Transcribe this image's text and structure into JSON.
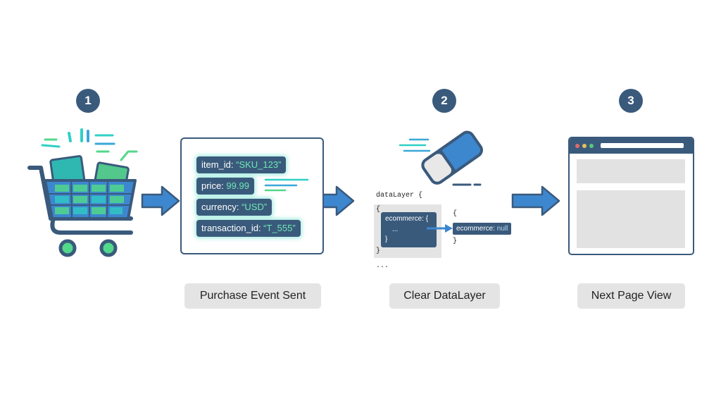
{
  "steps": [
    "1",
    "2",
    "3"
  ],
  "event": {
    "items": [
      {
        "key": "item_id: ",
        "value": "“SKU_123”"
      },
      {
        "key": "price: ",
        "value": "99.99"
      },
      {
        "key": "currency: ",
        "value": "“USD”"
      },
      {
        "key": "transaction_id: ",
        "value": "“T_555”"
      }
    ]
  },
  "datalayer": {
    "title": "dataLayer {",
    "open_brace": "{",
    "inner_line": "ecommerce: {",
    "inner_dots": "...",
    "inner_close": "}",
    "close_brace": "}",
    "trailing": "...",
    "right_open": "{",
    "right_close": "}",
    "null_key": "ecommerce: ",
    "null_value": "null"
  },
  "labels": {
    "step1": "Purchase Event Sent",
    "step2": "Clear DataLayer",
    "step3": "Next Page View"
  },
  "colors": {
    "navy": "#3a5a7c",
    "arrow_blue": "#3d87cf",
    "accent_teal": "#2fd0c4",
    "accent_green": "#52d88a",
    "label_bg": "#e4e4e4"
  },
  "icons": [
    "shopping-cart-icon",
    "eraser-icon",
    "browser-window-icon",
    "arrow-right-icon"
  ]
}
